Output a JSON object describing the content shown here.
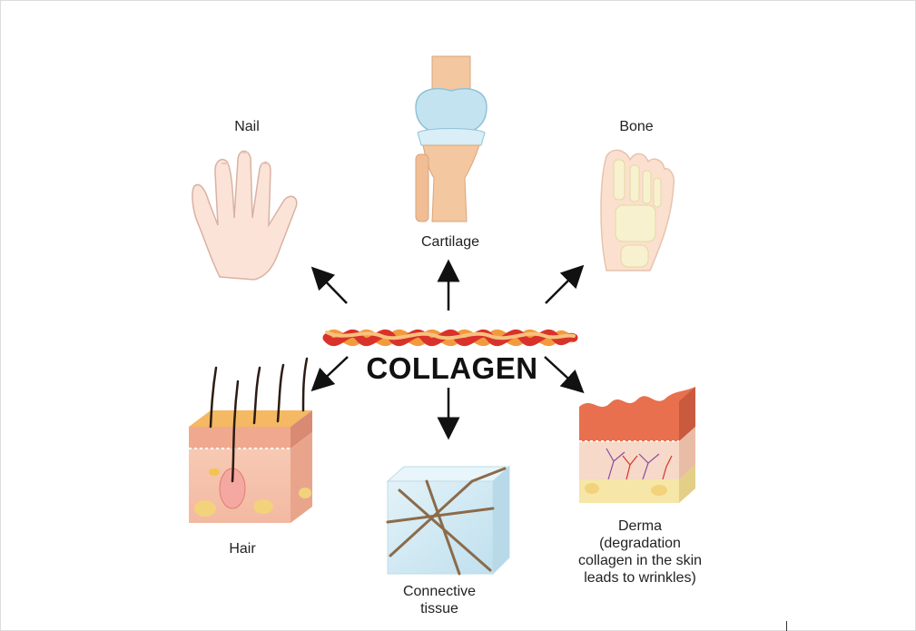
{
  "title": "COLLAGEN",
  "labels": {
    "nail": "Nail",
    "cartilage": "Cartilage",
    "bone": "Bone",
    "hair": "Hair",
    "connective_line1": "Connective",
    "connective_line2": "tissue",
    "derma_line1": "Derma",
    "derma_line2": "(degradation",
    "derma_line3": "collagen in the skin",
    "derma_line4": "leads to wrinkles)"
  },
  "colors": {
    "helix_red": "#d9322a",
    "helix_orange": "#f29a3e",
    "skin": "#f6d3c2",
    "bone": "#f6edc8",
    "cartilage": "#bfe2ef",
    "tissue": "#d4ebf5",
    "fiber": "#8b6b4a",
    "arrow": "#111111"
  },
  "icons": [
    "hand-icon",
    "knee-joint-icon",
    "foot-bone-icon",
    "hair-follicle-icon",
    "connective-tissue-icon",
    "skin-section-icon",
    "collagen-helix-icon"
  ]
}
